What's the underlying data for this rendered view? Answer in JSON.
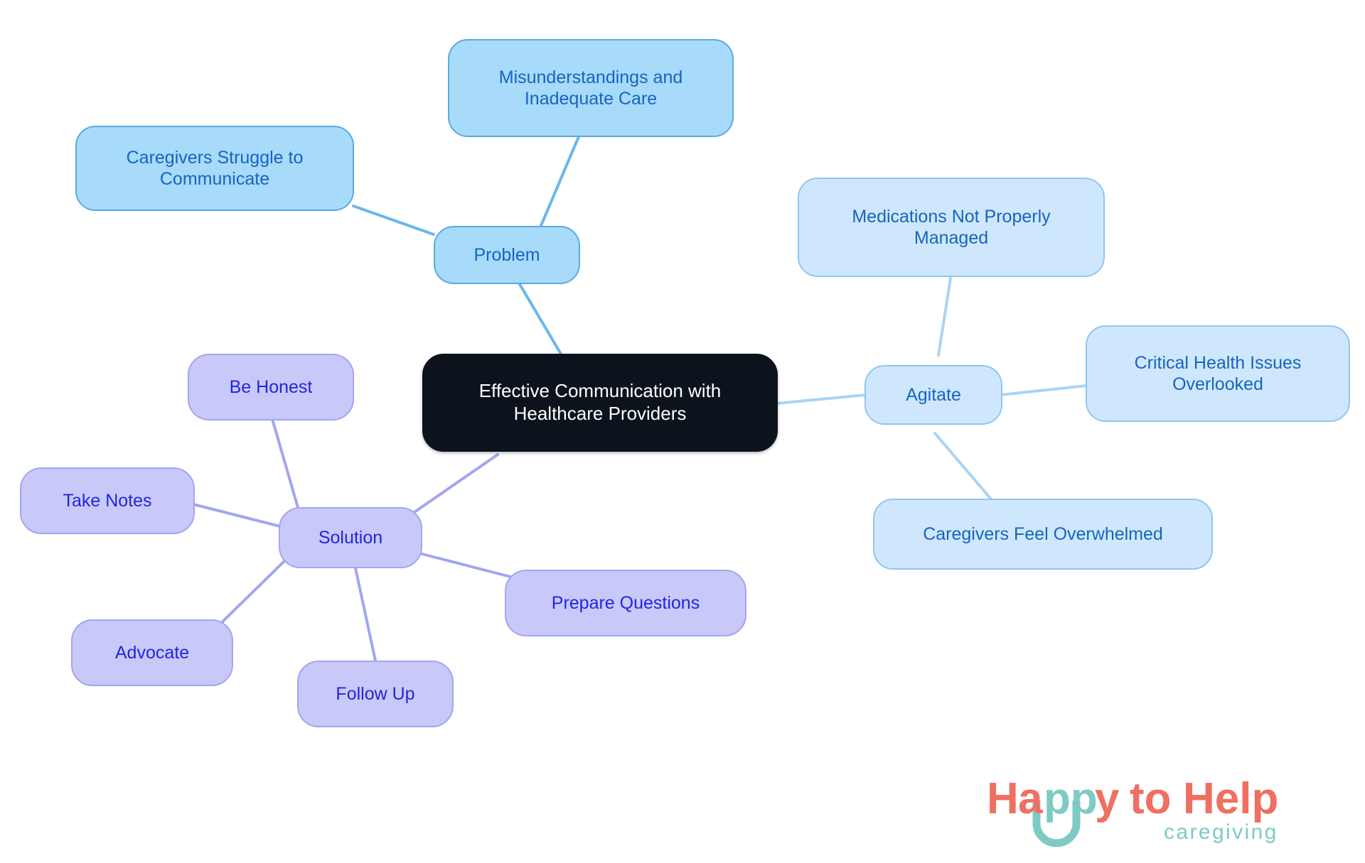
{
  "diagram": {
    "type": "mind-map",
    "title": "Effective Communication with Healthcare Providers",
    "root": {
      "id": "root",
      "label": "Effective Communication with\nHealthcare Providers",
      "fill": "#0d131c",
      "text_color": "#ffffff"
    },
    "branches": [
      {
        "id": "problem",
        "label": "Problem",
        "fill": "#a8daf9",
        "border": "#58aae6",
        "text_color": "#1565c0",
        "edge_color": "#6ab7ec",
        "children": [
          {
            "id": "caregivers-struggle",
            "label": "Caregivers Struggle to\nCommunicate"
          },
          {
            "id": "misunderstandings",
            "label": "Misunderstandings and\nInadequate Care"
          }
        ]
      },
      {
        "id": "agitate",
        "label": "Agitate",
        "fill": "#cfe7fc",
        "border": "#8fc6f2",
        "text_color": "#1565c0",
        "edge_color": "#a9d4f5",
        "children": [
          {
            "id": "medications",
            "label": "Medications Not Properly\nManaged"
          },
          {
            "id": "critical-health",
            "label": "Critical Health Issues\nOverlooked"
          },
          {
            "id": "overwhelmed",
            "label": "Caregivers Feel Overwhelmed"
          }
        ]
      },
      {
        "id": "solution",
        "label": "Solution",
        "fill": "#c8c9f9",
        "border": "#a2a6ef",
        "text_color": "#2424dd",
        "edge_color": "#a2a6ef",
        "children": [
          {
            "id": "be-honest",
            "label": "Be Honest"
          },
          {
            "id": "take-notes",
            "label": "Take Notes"
          },
          {
            "id": "advocate",
            "label": "Advocate"
          },
          {
            "id": "follow-up",
            "label": "Follow Up"
          },
          {
            "id": "prepare-questions",
            "label": "Prepare Questions"
          }
        ]
      }
    ]
  },
  "logo": {
    "word_happy": "Happy",
    "word_happy_h": "H",
    "word_happy_a": "a",
    "word_happy_pp": "pp",
    "word_happy_y": "y",
    "word_to": "to",
    "word_help": "Help",
    "tagline": "caregiving",
    "coral": "#ef6f61",
    "teal": "#7ecbc4"
  }
}
